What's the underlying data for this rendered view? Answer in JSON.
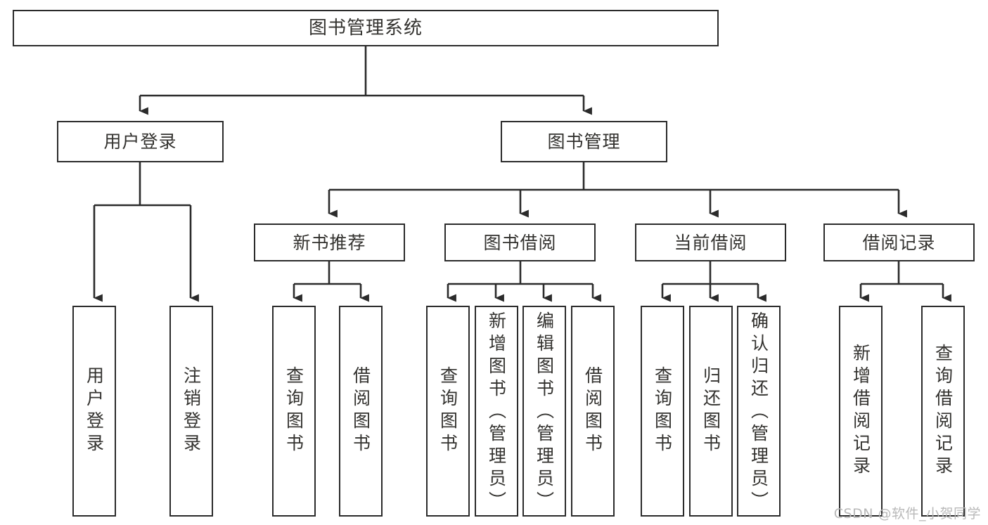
{
  "diagram": {
    "title": "图书管理系统",
    "type": "tree",
    "watermark": "CSDN @软件_小贺同学",
    "colors": {
      "stroke": "#2b2b2b",
      "text": "#33322f",
      "background": "#ffffff",
      "watermark": "#b9b9b9"
    },
    "nodes": {
      "root": {
        "label": "图书管理系统"
      },
      "level2": [
        {
          "id": "user-login",
          "label": "用户登录"
        },
        {
          "id": "book-management",
          "label": "图书管理"
        }
      ],
      "level3": [
        {
          "id": "new-book-recommend",
          "label": "新书推荐"
        },
        {
          "id": "book-borrow",
          "label": "图书借阅"
        },
        {
          "id": "current-borrow",
          "label": "当前借阅"
        },
        {
          "id": "borrow-record",
          "label": "借阅记录"
        }
      ],
      "leaves": [
        {
          "id": "leaf-user-login",
          "label": "用户登录",
          "parent": "user-login"
        },
        {
          "id": "leaf-logout",
          "label": "注销登录",
          "parent": "user-login"
        },
        {
          "id": "leaf-query-book-1",
          "label": "查询图书",
          "parent": "new-book-recommend"
        },
        {
          "id": "leaf-borrow-book-1",
          "label": "借阅图书",
          "parent": "new-book-recommend"
        },
        {
          "id": "leaf-query-book-2",
          "label": "查询图书",
          "parent": "book-borrow"
        },
        {
          "id": "leaf-add-book",
          "label": "新增图书（管理员）",
          "parent": "book-borrow"
        },
        {
          "id": "leaf-edit-book",
          "label": "编辑图书（管理员）",
          "parent": "book-borrow"
        },
        {
          "id": "leaf-borrow-book-2",
          "label": "借阅图书",
          "parent": "book-borrow"
        },
        {
          "id": "leaf-query-book-3",
          "label": "查询图书",
          "parent": "current-borrow"
        },
        {
          "id": "leaf-return-book",
          "label": "归还图书",
          "parent": "current-borrow"
        },
        {
          "id": "leaf-confirm-return",
          "label": "确认归还（管理员）",
          "parent": "current-borrow"
        },
        {
          "id": "leaf-add-record",
          "label": "新增借阅记录",
          "parent": "borrow-record"
        },
        {
          "id": "leaf-query-record",
          "label": "查询借阅记录",
          "parent": "borrow-record"
        }
      ]
    }
  }
}
